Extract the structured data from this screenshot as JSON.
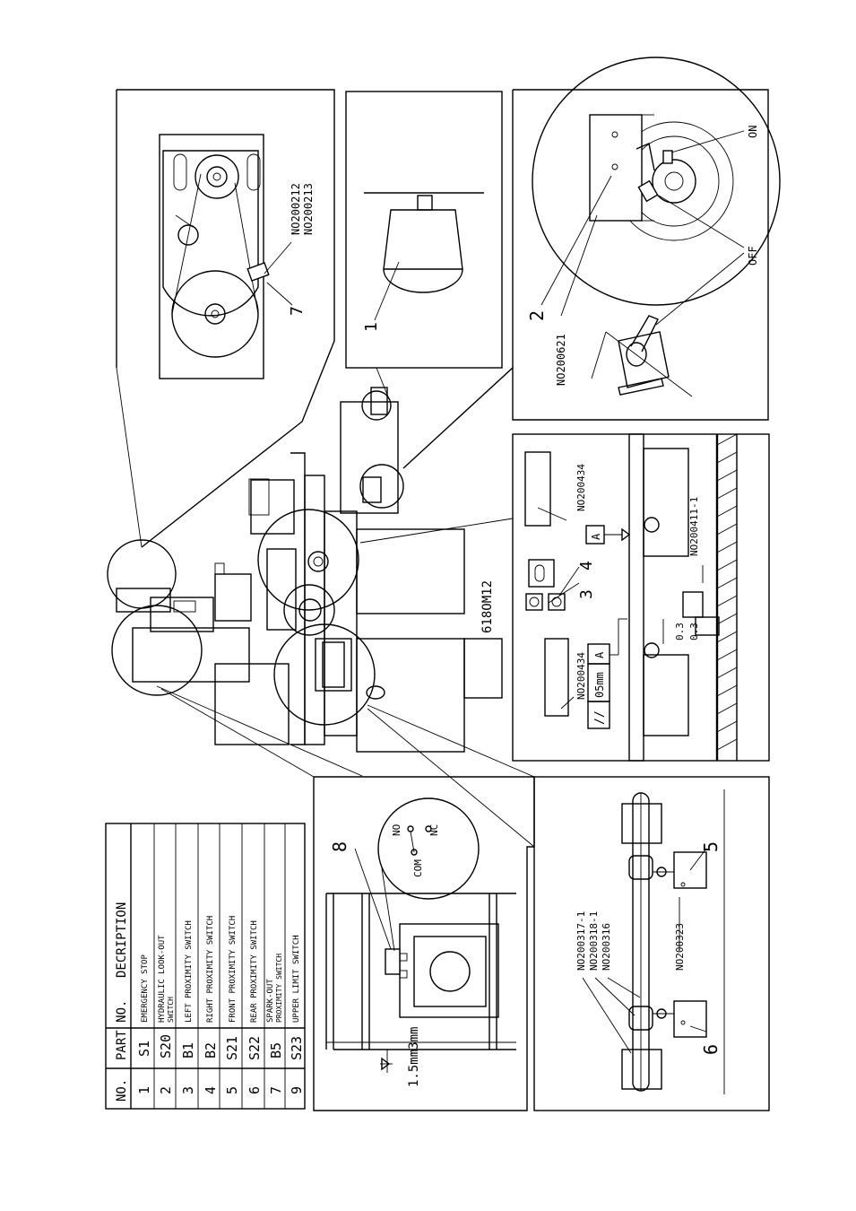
{
  "parts_table": {
    "headers": {
      "no": "NO.",
      "part_no": "PART NO.",
      "description": "DECRIPTION"
    },
    "rows": [
      {
        "no": "1",
        "part_no": "S1",
        "description": "EMERGENCY STOP"
      },
      {
        "no": "2",
        "part_no": "S20",
        "description": "HYDRAULIC LOOK-OUT",
        "description2": "SWITCH"
      },
      {
        "no": "3",
        "part_no": "B1",
        "description": "LEFT PROXIMITY SWITCH"
      },
      {
        "no": "4",
        "part_no": "B2",
        "description": "RIGHT PROXIMITY SWITCH"
      },
      {
        "no": "5",
        "part_no": "S21",
        "description": "FRONT PROXIMITY SWITCH"
      },
      {
        "no": "6",
        "part_no": "S22",
        "description": "REAR PROXIMITY SWITCH"
      },
      {
        "no": "7",
        "part_no": "B5",
        "description": "SPARK-OUT",
        "description2": "PROXIMITY SWITCH"
      },
      {
        "no": "9",
        "part_no": "S23",
        "description": "UPPER LIMIT SWITCH"
      }
    ]
  },
  "machine_label": "618OM12",
  "callouts": {
    "belt_panel": {
      "part_a": "NO200212",
      "part_b": "NO200213",
      "num": "7"
    },
    "estop_panel": {
      "num": "1"
    },
    "hydraulic_panel": {
      "on": "ON",
      "off": "OFF",
      "num": "2",
      "part": "NO200621"
    },
    "proximity_panel": {
      "part_left": "NO200434",
      "part_right": "NO200434",
      "part_bottom": "NO200411-1",
      "num3": "3",
      "num4": "4",
      "tol_symbol": "//",
      "tol_value": "05mm",
      "datum": "A",
      "datum2": "A",
      "gap1": "0.3",
      "gap2": "0.3"
    },
    "limit_panel": {
      "num": "8",
      "no": "NO",
      "nc": "NC",
      "com": "COM",
      "dim": "1.5mm3mm"
    },
    "rail_panel": {
      "part_a": "NO200317-1",
      "part_b": "NO200318-1",
      "part_c": "NO200316",
      "part_d": "NO200323",
      "num5": "5",
      "num6": "6"
    }
  }
}
